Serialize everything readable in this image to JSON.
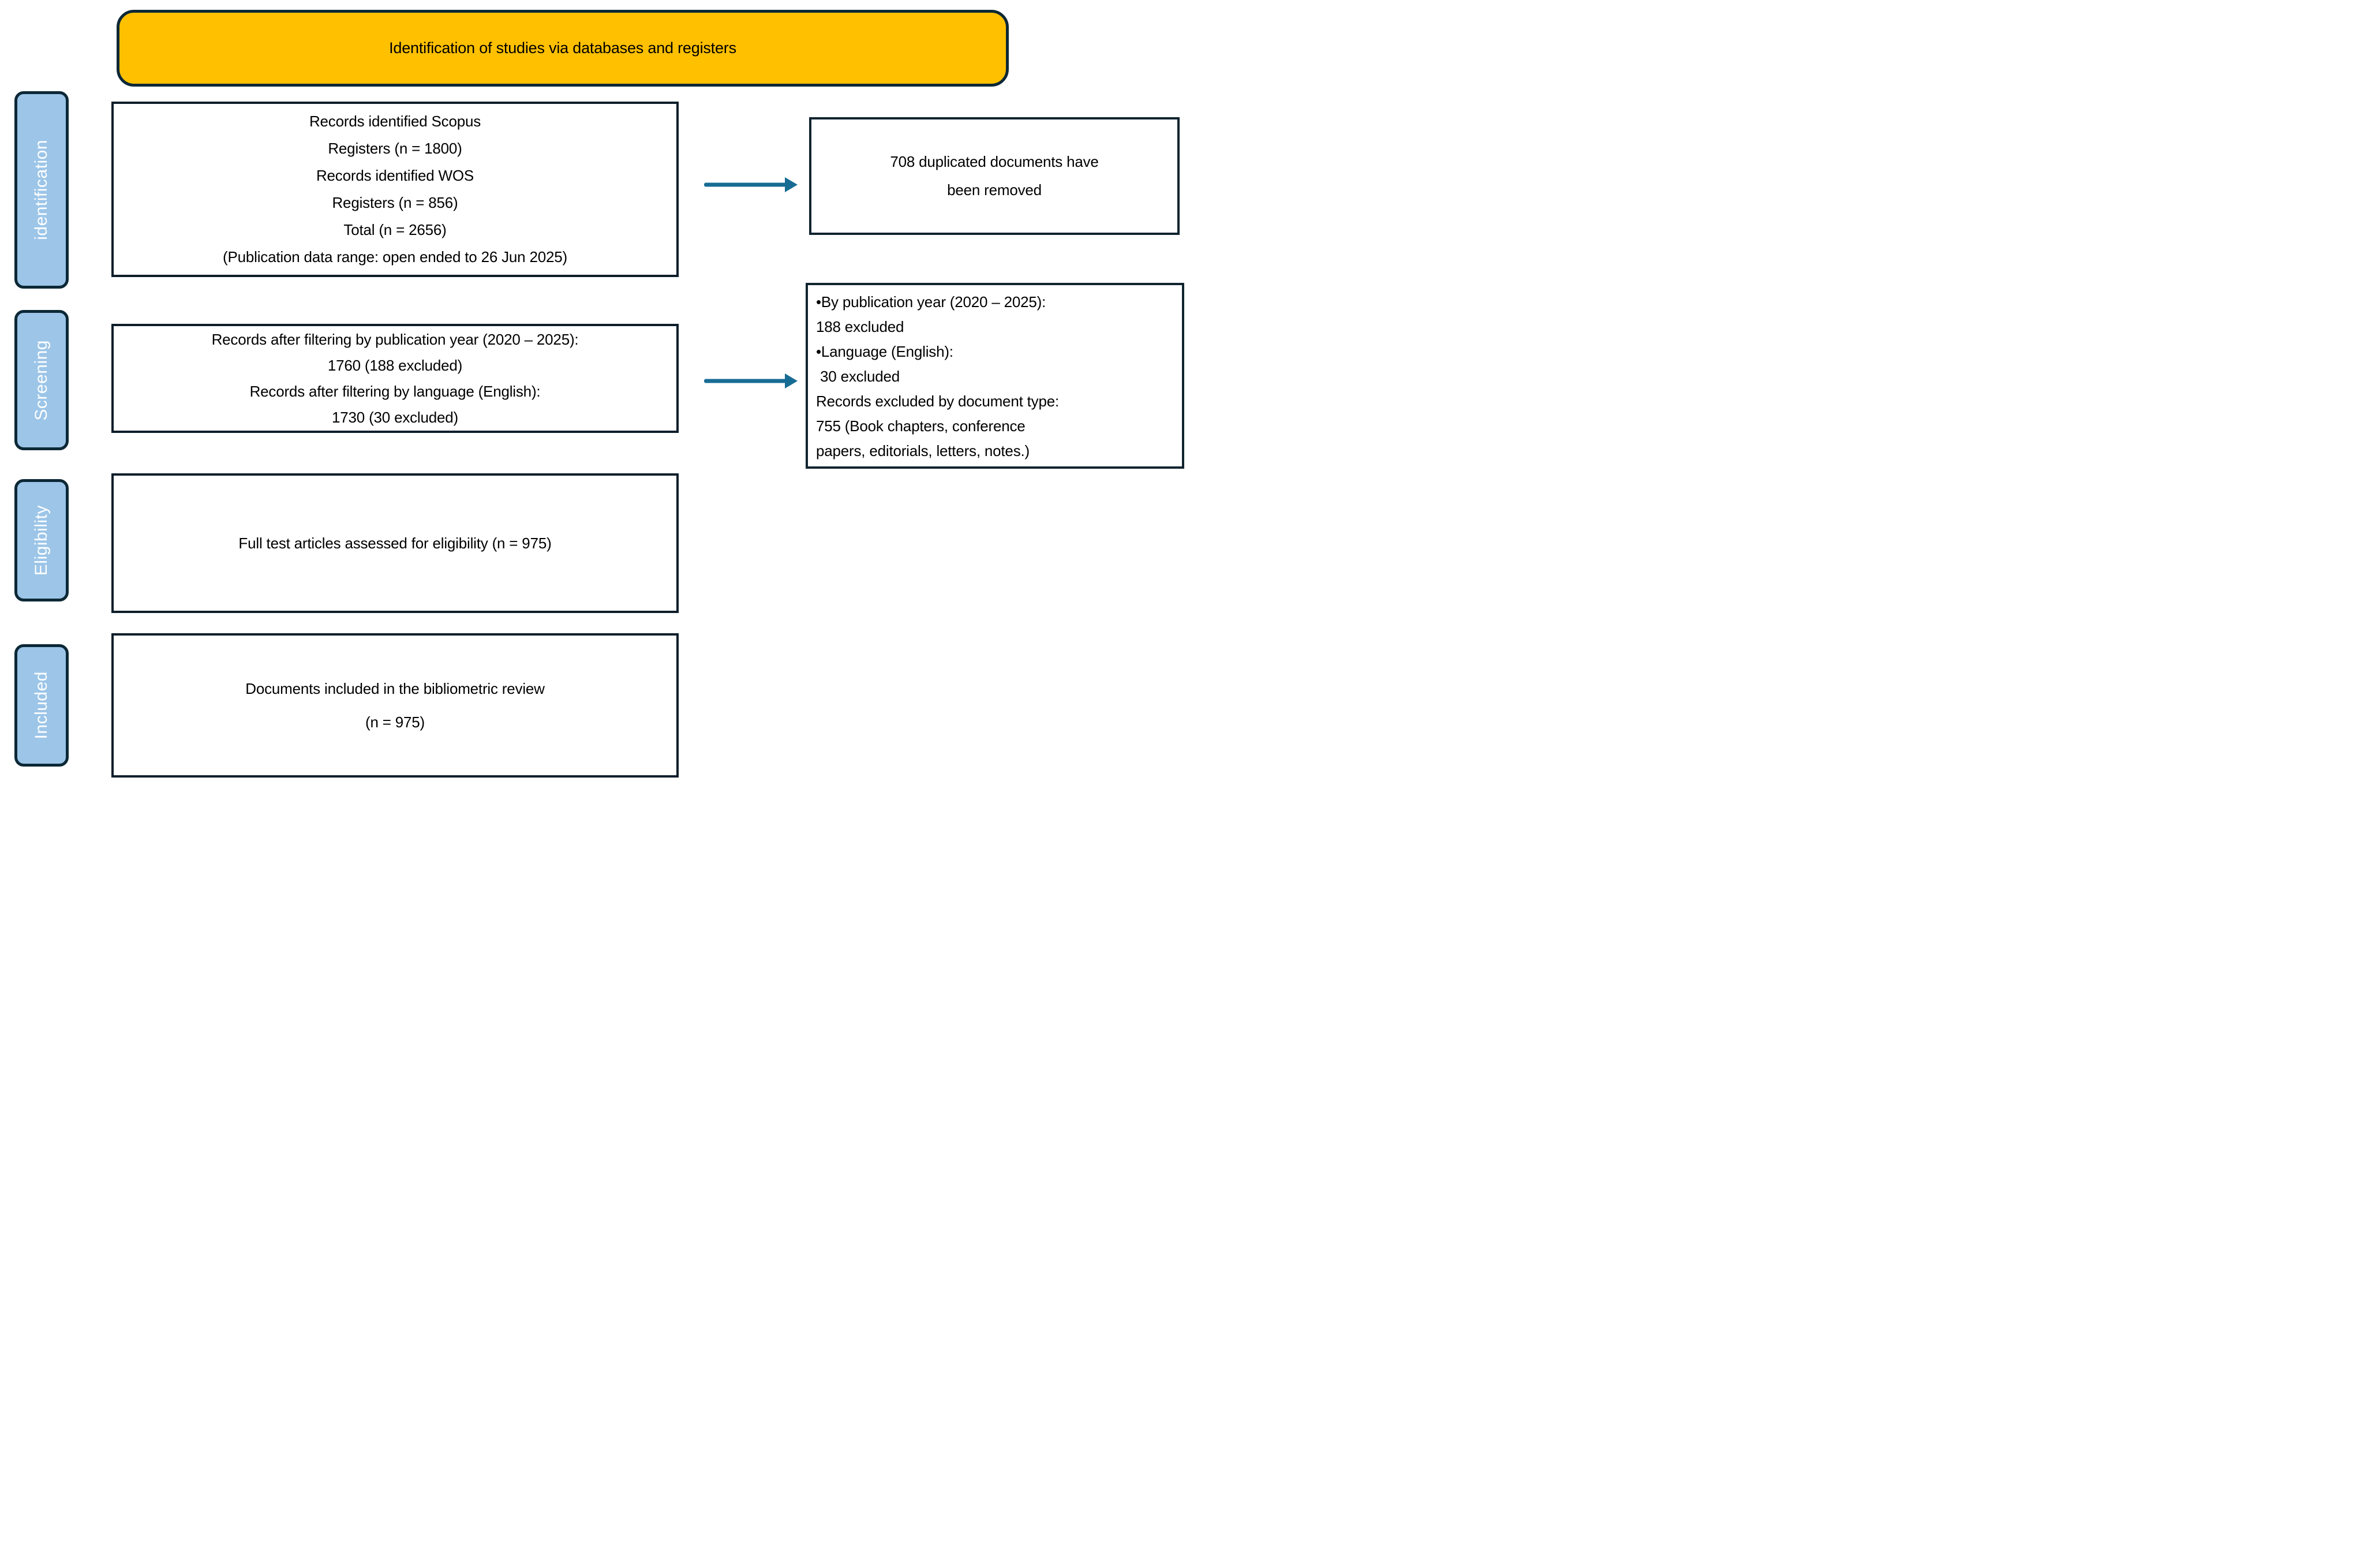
{
  "banner": {
    "label": "Identification of studies via databases and registers"
  },
  "sidebar": {
    "items": [
      {
        "label": "identification"
      },
      {
        "label": "Screening"
      },
      {
        "label": "Eligibility"
      },
      {
        "label": "Included"
      }
    ]
  },
  "main_boxes": [
    {
      "name": "records-identified",
      "lines": [
        "Records identified Scopus",
        "Registers (n = 1800)",
        "Records identified WOS",
        "Registers (n = 856)",
        "Total (n = 2656)",
        "(Publication data range: open ended to 26 Jun 2025)"
      ]
    },
    {
      "name": "records-filtered",
      "lines": [
        "Records after filtering by publication year (2020 – 2025):",
        "1760 (188 excluded)",
        "Records after filtering by language (English):",
        "1730 (30 excluded)"
      ]
    },
    {
      "name": "full-text-assessed",
      "lines": [
        "Full test articles assessed for eligibility (n = 975)"
      ]
    },
    {
      "name": "documents-included",
      "lines": [
        "Documents included in the bibliometric review",
        "(n = 975)"
      ]
    }
  ],
  "side_boxes": [
    {
      "name": "duplicates-removed",
      "lines": [
        "708 duplicated documents have",
        "been removed"
      ]
    },
    {
      "name": "excluded-records",
      "lines": [
        "•By publication year (2020 – 2025):",
        "188 excluded",
        "•Language (English):",
        " 30 excluded",
        "Records excluded by document type:",
        "755 (Book chapters, conference",
        "papers, editorials, letters, notes.)"
      ]
    }
  ],
  "colors": {
    "banner_fill": "#FFC000",
    "banner_border": "#0C2836",
    "stage_fill": "#9CC5E8",
    "stage_text": "#FFFFFF",
    "box_border": "#0D1E2A",
    "arrow": "#176C94"
  }
}
